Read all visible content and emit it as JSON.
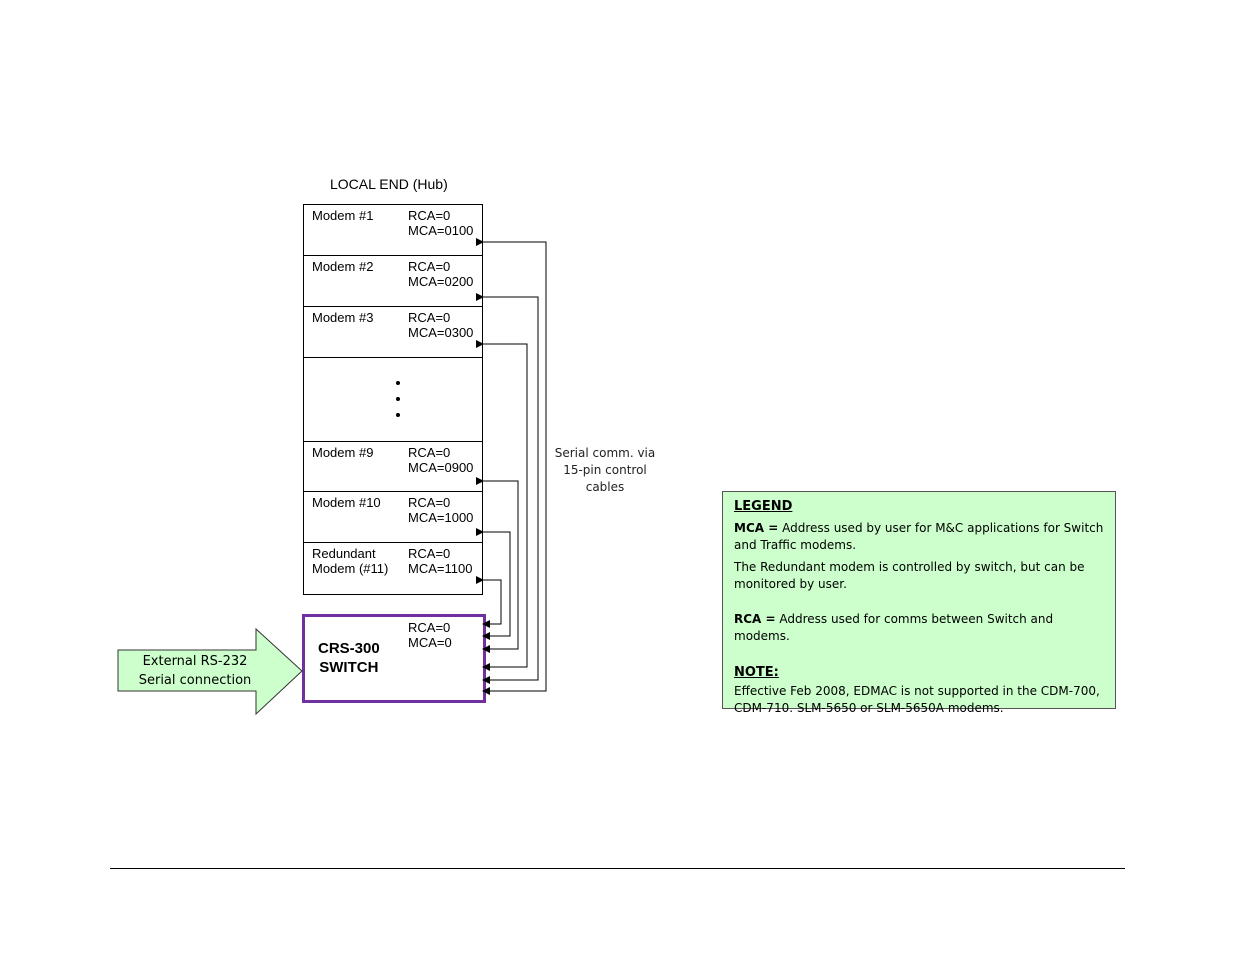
{
  "diagram": {
    "title": "LOCAL END (Hub)",
    "modems": [
      {
        "name": "Modem #1",
        "rca": "RCA=0",
        "mca": "MCA=0100"
      },
      {
        "name": "Modem #2",
        "rca": "RCA=0",
        "mca": "MCA=0200"
      },
      {
        "name": "Modem #3",
        "rca": "RCA=0",
        "mca": "MCA=0300"
      },
      {
        "name": "Modem #9",
        "rca": "RCA=0",
        "mca": "MCA=0900"
      },
      {
        "name": "Modem #10",
        "rca": "RCA=0",
        "mca": "MCA=1000"
      },
      {
        "name_line1": "Redundant",
        "name_line2": "Modem (#11)",
        "rca": "RCA=0",
        "mca": "MCA=1100"
      }
    ],
    "switch": {
      "line1": "CRS-300",
      "line2": "SWITCH",
      "rca": "RCA=0",
      "mca": "MCA=0"
    },
    "serial_label": {
      "line1": "Serial comm. via",
      "line2": "15-pin control",
      "line3": "cables"
    },
    "external": {
      "line1": "External RS-232",
      "line2": "Serial connection"
    },
    "colors": {
      "switch_border": "#7030a0",
      "arrow_fill": "#ccffcc",
      "legend_fill": "#ccffcc"
    }
  },
  "legend": {
    "heading": "LEGEND",
    "mca_key": "MCA =",
    "mca_text": " Address used by user for M&C applications for Switch and Traffic modems.",
    "redundant_text": "The Redundant modem is controlled by switch, but can be monitored by user.",
    "rca_key": "RCA =",
    "rca_text": " Address used for comms between Switch and modems.",
    "note_heading": "NOTE:",
    "note_text": "Effective Feb 2008, EDMAC is not supported in the CDM-700, CDM-710. SLM-5650 or SLM-5650A modems."
  }
}
